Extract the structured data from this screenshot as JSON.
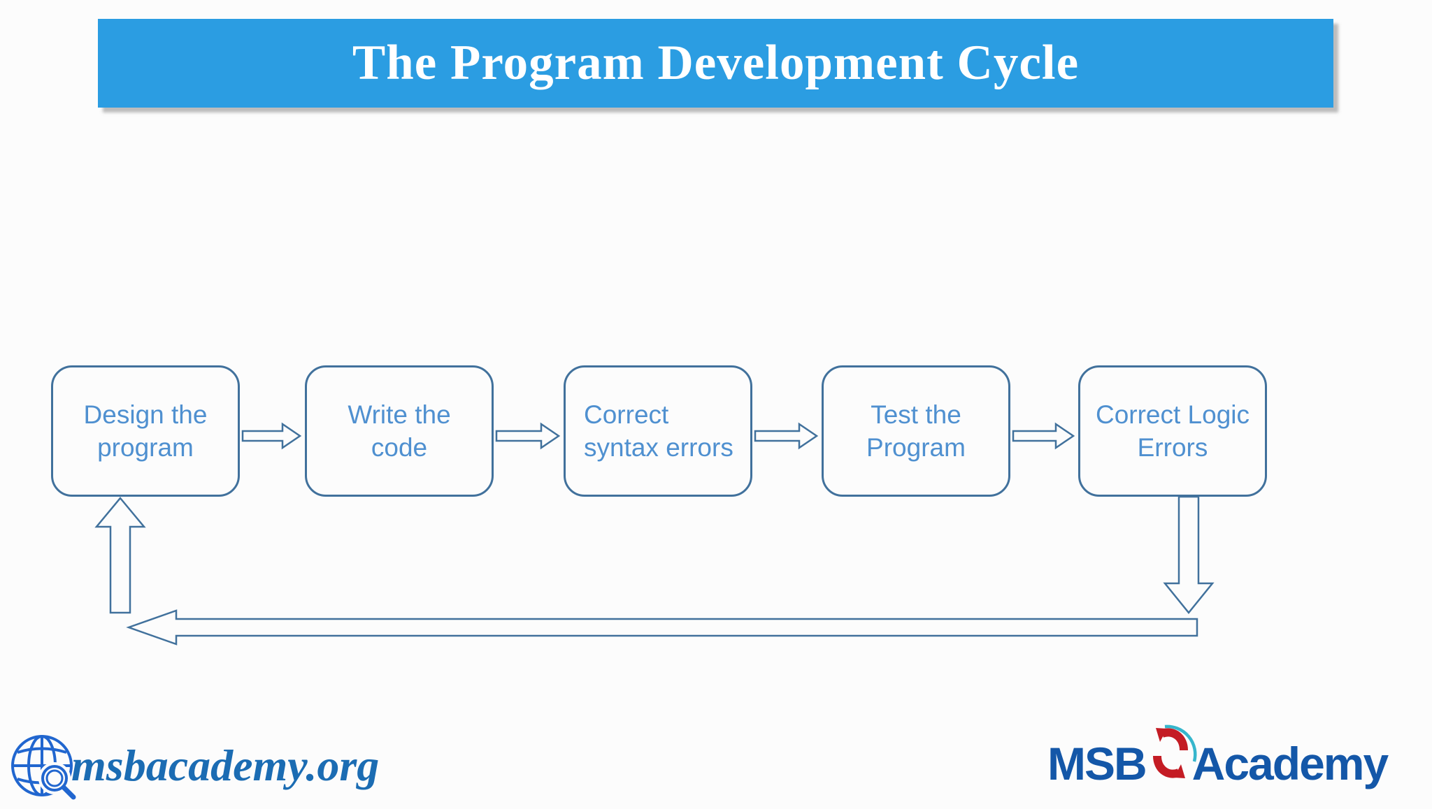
{
  "slide": {
    "title": "The Program Development Cycle"
  },
  "flowchart": {
    "steps": [
      {
        "label": "Design the\nprogram"
      },
      {
        "label": "Write the\ncode"
      },
      {
        "label": "Correct\nsyntax errors"
      },
      {
        "label": "Test the\nProgram"
      },
      {
        "label": "Correct Logic\nErrors"
      }
    ],
    "connectors": [
      {
        "name": "arrow-design-to-write",
        "type": "right-arrow"
      },
      {
        "name": "arrow-write-to-syntax",
        "type": "right-arrow"
      },
      {
        "name": "arrow-syntax-to-test",
        "type": "right-arrow"
      },
      {
        "name": "arrow-test-to-logic",
        "type": "right-arrow"
      },
      {
        "name": "arrow-logic-errors-down",
        "type": "down-arrow"
      },
      {
        "name": "arrow-feedback-return",
        "type": "left-arrow"
      },
      {
        "name": "arrow-return-to-design",
        "type": "up-arrow"
      }
    ]
  },
  "footer": {
    "site": "msbacademy.org",
    "brand": {
      "msb": "MSB",
      "academy": "Academy"
    },
    "icons": {
      "globe": "globe-search-icon",
      "emblem": "msb-swirl-icon"
    }
  },
  "colors": {
    "title_bar_bg": "#2b9de2",
    "title_text": "#ffffff",
    "box_border": "#41719c",
    "box_text": "#4f90d0",
    "arrow_outline": "#41719c",
    "site_text": "#1b6cb3",
    "brand_blue": "#1457a8",
    "brand_red": "#c41c24",
    "brand_teal": "#36b6cc",
    "background": "#fcfcfc"
  }
}
